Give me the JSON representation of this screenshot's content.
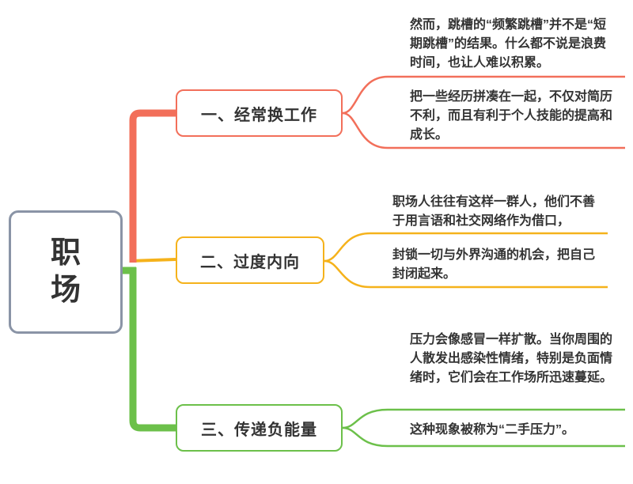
{
  "root": {
    "label": "职场"
  },
  "colors": {
    "branch1": "#f26f5a",
    "branch2": "#f5b21b",
    "branch3": "#6cc04a",
    "root_border": "#8a94a6"
  },
  "branches": [
    {
      "label": "一、经常换工作",
      "notes": [
        "然而，跳槽的“频繁跳槽”并不是“短期跳槽”的结果。什么都不说是浪费时间，也让人难以积累。",
        "把一些经历拼凑在一起，不仅对简历不利，而且有利于个人技能的提高和成长。"
      ]
    },
    {
      "label": "二、过度内向",
      "notes": [
        "职场人往往有这样一群人，他们不善于用言语和社交网络作为借口，",
        "封锁一切与外界沟通的机会，把自己封闭起来。"
      ]
    },
    {
      "label": "三、传递负能量",
      "notes": [
        "压力会像感冒一样扩散。当你周围的人散发出感染性情绪，特别是负面情绪时，它们会在工作场所迅速蔓延。",
        "这种现象被称为“二手压力”。"
      ]
    }
  ]
}
